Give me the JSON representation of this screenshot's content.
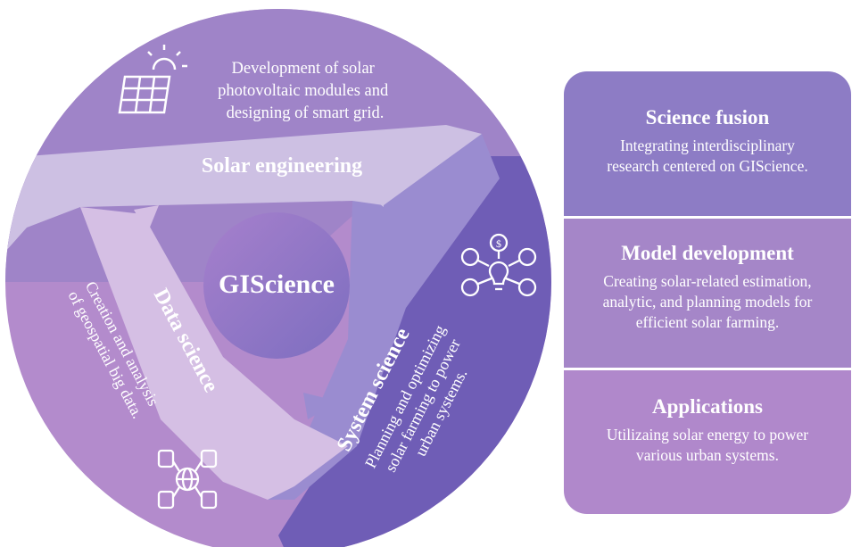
{
  "center": {
    "label": "GIScience"
  },
  "segments": {
    "solar_engineering": {
      "title": "Solar engineering",
      "text": [
        "Development of solar",
        "photovoltaic modules and",
        "designing of smart grid."
      ],
      "icon": "solar-panel-icon"
    },
    "system_science": {
      "title": "System science",
      "text": [
        "Planning and optimizing",
        "solar farming to power",
        "urban systems."
      ],
      "icon": "idea-network-icon"
    },
    "data_science": {
      "title": "Data science",
      "text": [
        "Creation and analysis",
        "of geospatial big data."
      ],
      "icon": "database-network-icon"
    }
  },
  "panel": {
    "sections": [
      {
        "title": "Science fusion",
        "text": [
          "Integrating interdisciplinary",
          "research centered on GIScience."
        ]
      },
      {
        "title": "Model development",
        "text": [
          "Creating solar-related estimation,",
          "analytic, and planning models for",
          "efficient solar farming."
        ]
      },
      {
        "title": "Applications",
        "text": [
          "Utilizaing solar energy to power",
          "various urban systems."
        ]
      }
    ]
  },
  "colors": {
    "solar_segment": "#9f84c8",
    "system_segment": "#6f5db6",
    "data_segment": "#b38bcc",
    "ribbon_solar": "#cdc0e3",
    "ribbon_system": "#9a8cd0",
    "ribbon_data": "#d5bfe4",
    "center": "#9b7bc8",
    "panel_top": "#8d7cc5",
    "panel_bottom": "#b088cb"
  }
}
